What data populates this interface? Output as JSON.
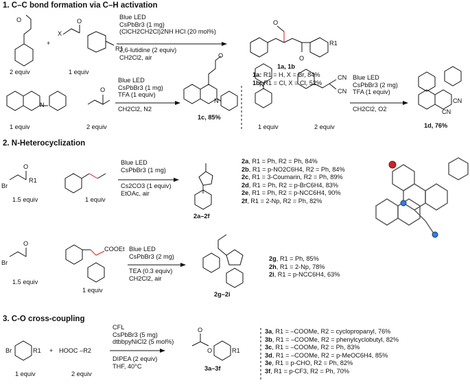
{
  "sections": [
    {
      "title": "1. C–C bond formation via C–H activation"
    },
    {
      "title": "2. N-Heterocyclization"
    },
    {
      "title": "3. C-O cross-coupling"
    }
  ],
  "s1": {
    "r1": {
      "reactant1_equiv": "2 equiv",
      "plus": "+",
      "reactant2_equiv": "1 equiv",
      "x_label": "X",
      "r1_label": "R1",
      "cond_above": [
        "Blue LED",
        "CsPbBr3 (1 mg)",
        "(ClCH2CH2Cl)2NH HCl (20 mol%)"
      ],
      "cond_below": [
        "2,6-lutidine (2 equiv)",
        "CH2Cl2, air"
      ],
      "product_label": "1a, 1b",
      "product_r1": "R1",
      "o_label": "O",
      "results": [
        {
          "id": "1a:",
          "text": "R1 = H, X = Br, 84%"
        },
        {
          "id": "1b:",
          "text": "R1 = Cl, X = Cl, 52%"
        }
      ]
    },
    "r2": {
      "reactant1_equiv": "1 equiv",
      "reactant2_equiv": "2 equiv",
      "n_label": "N",
      "o_label": "O",
      "cond_above": [
        "Blue LED",
        "CsPbBr3 (1 mg)",
        "TFA (1 equiv)"
      ],
      "cond_below": [
        "CH2Cl2, N2"
      ],
      "product_label": "1c, 85%"
    },
    "r3": {
      "reactant1_equiv": "1 equiv",
      "reactant2_equiv": "2 equiv",
      "cn_label": "CN",
      "cond_above": [
        "Blue LED",
        "CsPbBr3 (2 mg)",
        "TFA (1 equiv)"
      ],
      "cond_below": [
        "CH2Cl2, O2"
      ],
      "product_label": "1d, 76%"
    }
  },
  "s2": {
    "r1": {
      "reactant1_equiv": "1.5 equiv",
      "reactant2_equiv": "1 equiv",
      "br_label": "Br",
      "cond_above": [
        "Blue LED",
        "CsPbBr3 (1 mg)"
      ],
      "cond_below": [
        "Cs2CO3 (1 equiv)",
        "EtOAc, air"
      ],
      "product_label": "2a–2f",
      "results": [
        {
          "id": "2a",
          "text": ", R1 = Ph, R2 = Ph, 84%"
        },
        {
          "id": "2b",
          "text": ", R1 = p-NO2C6H4, R2 = Ph, 84%"
        },
        {
          "id": "2c",
          "text": ", R1 = 3-Coumarin, R2 = Ph, 89%"
        },
        {
          "id": "2d",
          "text": ", R1 = Ph, R2 = p-BrC6H4, 83%"
        },
        {
          "id": "2e",
          "text": ", R1 = Ph, R2 = p-NCC6H4, 90%"
        },
        {
          "id": "2f",
          "text": ", R1 = 2-Np, R2 = Ph, 82%"
        }
      ]
    },
    "r2": {
      "reactant1_equiv": "1.5 equiv",
      "reactant2_equiv": "1 equiv",
      "ester_label": "COOEt",
      "cond_above": [
        "Blue LED",
        "CsPbBr3 (2 mg)"
      ],
      "cond_below": [
        "TEA (0.3 equiv)",
        "CH2Cl2, air"
      ],
      "product_label": "2g–2i",
      "results": [
        {
          "id": "2g",
          "text": ", R1 = Ph, 85%"
        },
        {
          "id": "2h",
          "text": ", R1 = 2-Np, 78%"
        },
        {
          "id": "2i",
          "text": ", R1 = p-NCC6H4, 63%"
        }
      ]
    }
  },
  "s3": {
    "reactant1_equiv": "1 equiv",
    "reactant2": "HOOC –R2",
    "reactant2_equiv": "2 equiv",
    "cond_above": [
      "CFL",
      "CsPbBr3 (5 mg)",
      "dtbbpyNiCl2 (5 mol%)"
    ],
    "cond_below": [
      "DIPEA (2 equiv)",
      "THF, 40°C"
    ],
    "product_label": "3a–3f",
    "results": [
      {
        "id": "3a",
        "text": ", R1 = –COOMe, R2 = cyclopropanyl, 76%"
      },
      {
        "id": "3b",
        "text": ", R1 = –COOMe, R2 = phenylcyclobutyl, 82%"
      },
      {
        "id": "3c",
        "text": ", R1 = –COOMe, R2 = Ph, 83%"
      },
      {
        "id": "3d",
        "text": ", R1 = –COOMe, R2 = p-MeOC6H4, 85%"
      },
      {
        "id": "3e",
        "text": ", R1 = p-CHO, R2 = Ph, 82%"
      },
      {
        "id": "3f",
        "text": ", R1 = p-CF3, R2 = Ph, 70%"
      }
    ]
  },
  "colors": {
    "highlight_red": "#d81e1e",
    "highlight_blue": "#1f4fb8",
    "bond": "#111111"
  }
}
